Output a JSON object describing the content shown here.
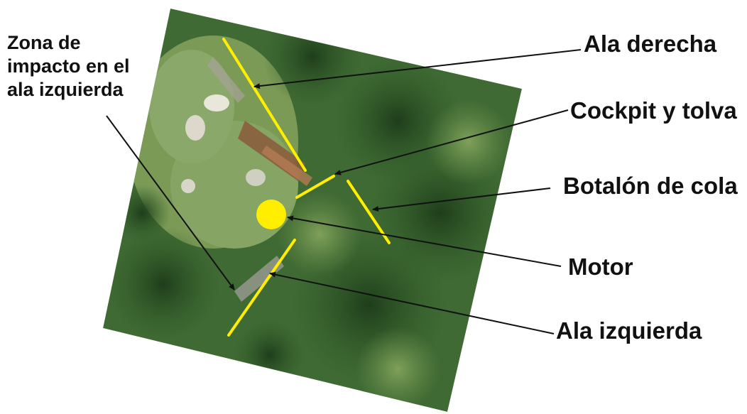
{
  "labels": {
    "left_annotation": "Zona de\nimpacto en el\nala izquierda",
    "right_wing": "Ala derecha",
    "cockpit": "Cockpit y tolva",
    "tail_boom": "Botalón de cola",
    "engine": "Motor",
    "left_wing": "Ala izquierda"
  },
  "colors": {
    "marker": "#ffee00",
    "arrow": "#111111",
    "text": "#111111"
  }
}
